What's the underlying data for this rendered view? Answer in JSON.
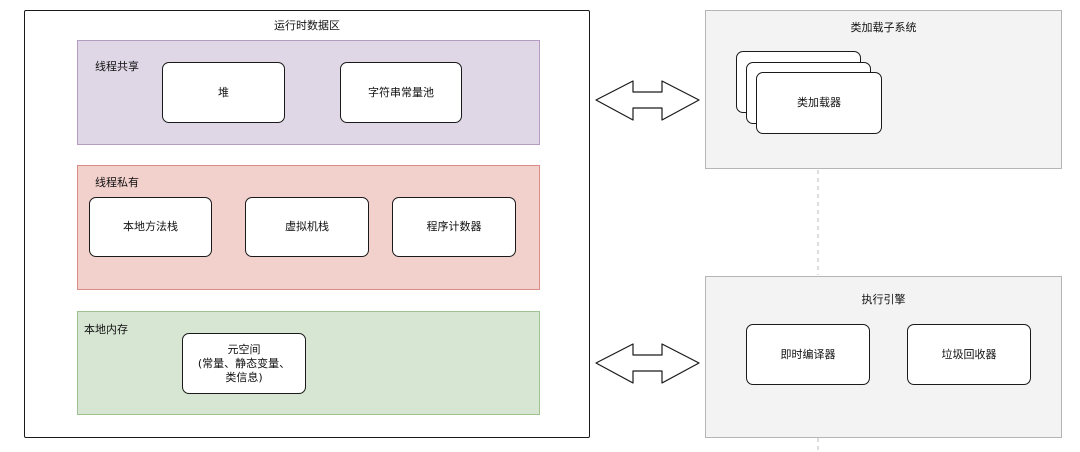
{
  "runtime_area": {
    "title": "运行时数据区",
    "shared": {
      "label": "线程共享",
      "boxes": [
        "堆",
        "字符串常量池"
      ]
    },
    "private": {
      "label": "线程私有",
      "boxes": [
        "本地方法栈",
        "虚拟机栈",
        "程序计数器"
      ]
    },
    "native": {
      "label": "本地内存",
      "metaspace_lines": [
        "元空间",
        "(常量、静态变量、",
        "类信息)"
      ]
    }
  },
  "class_loader_subsystem": {
    "title": "类加载子系统",
    "loader_label": "类加载器"
  },
  "execution_engine": {
    "title": "执行引擎",
    "boxes": [
      "即时编译器",
      "垃圾回收器"
    ]
  },
  "colors": {
    "shared_fill": "#e0d7e6",
    "private_fill": "#f2d0cc",
    "native_fill": "#d7e6d3",
    "subsystem_fill": "#f3f3f3"
  }
}
